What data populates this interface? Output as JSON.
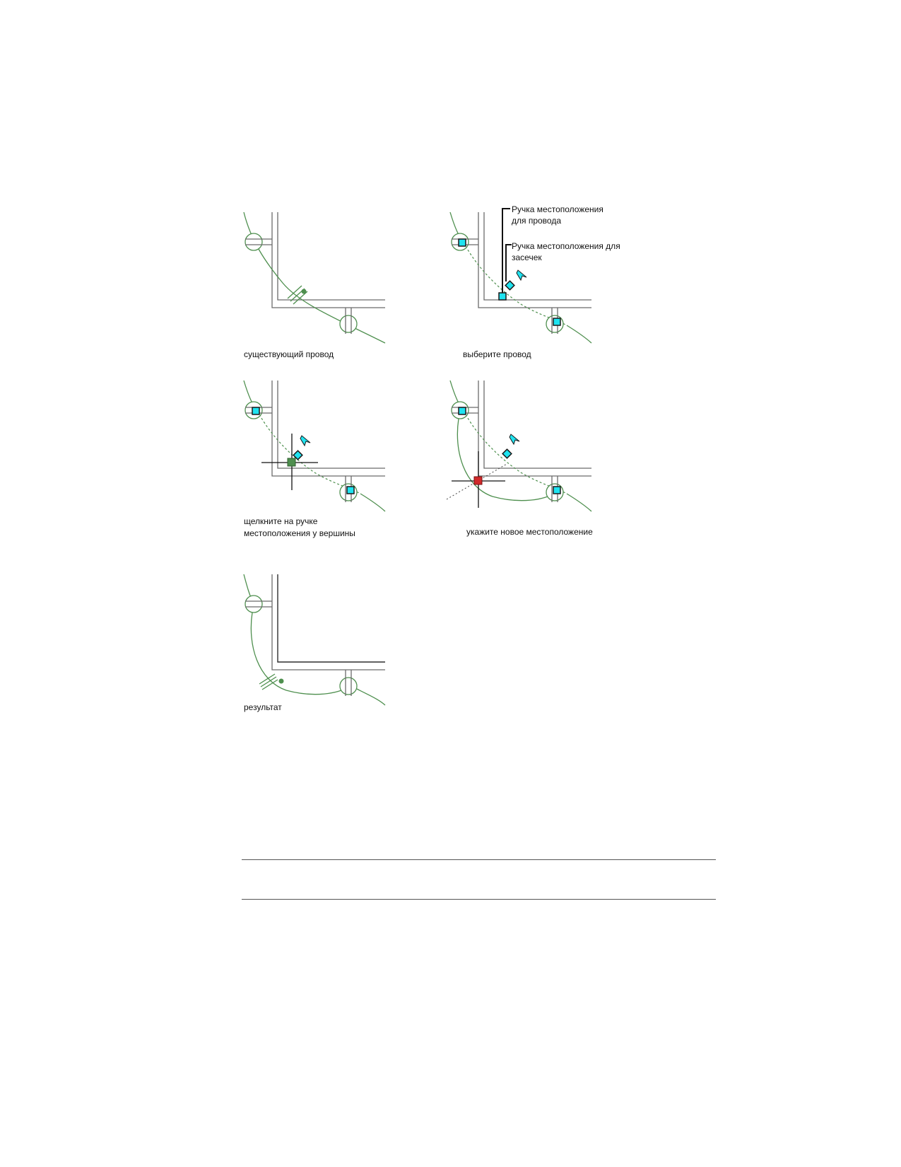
{
  "figure": {
    "panels": [
      {
        "caption": "существующий провод"
      },
      {
        "caption": "выберите провод"
      },
      {
        "caption": "щелкните на ручке\nместоположения у вершины"
      },
      {
        "caption": "укажите новое местоположение"
      },
      {
        "caption": "результат"
      }
    ],
    "callouts": {
      "wire_grip": "Ручка местоположения\nдля провода",
      "tick_grip": "Ручка местоположения для\nзасечек"
    }
  },
  "colors": {
    "wire": "#4e8f4e",
    "grip": "#1fe3f0",
    "selected_grip": "#d12a2a"
  },
  "icons": [
    "location-grip-icon",
    "move-arrow-icon",
    "crosshair-cursor-icon"
  ]
}
